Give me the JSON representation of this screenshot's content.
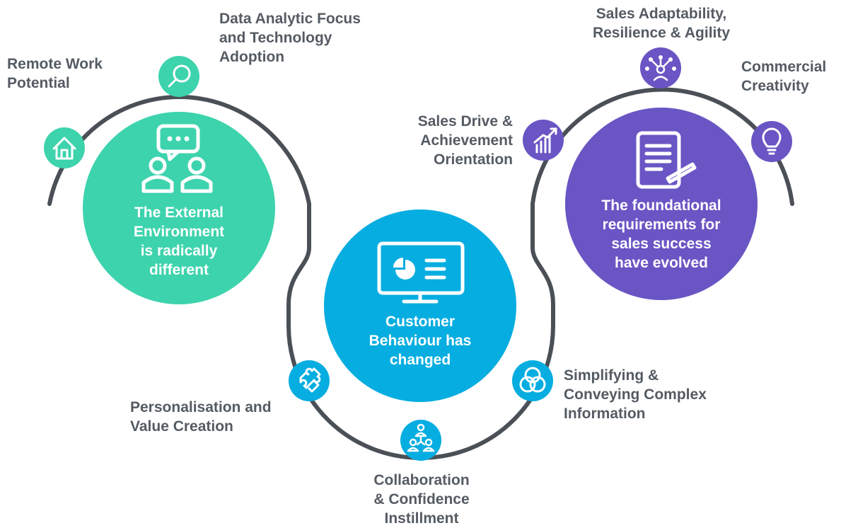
{
  "colors": {
    "track": "#4b5057",
    "green": "#3dd3ad",
    "blue": "#06ade0",
    "purple": "#6a55c4",
    "label": "#555b63",
    "white": "#ffffff"
  },
  "hubs": {
    "external": {
      "lines": [
        "The External",
        "Environment",
        "is radically",
        "different"
      ],
      "icon": "people-chat-icon"
    },
    "customer": {
      "lines": [
        "Customer",
        "Behaviour has",
        "changed"
      ],
      "icon": "monitor-chart-icon"
    },
    "requirements": {
      "lines": [
        "The foundational",
        "requirements for",
        "sales success",
        "have evolved"
      ],
      "icon": "document-pen-icon"
    }
  },
  "nodes": {
    "remote_work": {
      "lines": [
        "Remote Work",
        "Potential"
      ],
      "icon": "house-icon"
    },
    "data_analytic": {
      "lines": [
        "Data Analytic Focus",
        "and Technology",
        "Adoption"
      ],
      "icon": "magnifier-icon"
    },
    "personalisation": {
      "lines": [
        "Personalisation and",
        "Value Creation"
      ],
      "icon": "puzzle-icon"
    },
    "collaboration": {
      "lines": [
        "Collaboration",
        "& Confidence",
        "Instillment"
      ],
      "icon": "team-network-icon"
    },
    "simplifying": {
      "lines": [
        "Simplifying &",
        "Conveying Complex",
        "Information"
      ],
      "icon": "venn-icon"
    },
    "sales_drive": {
      "lines": [
        "Sales Drive &",
        "Achievement",
        "Orientation"
      ],
      "icon": "growth-chart-icon"
    },
    "adaptability": {
      "lines": [
        "Sales Adaptability,",
        "Resilience & Agility"
      ],
      "icon": "network-person-icon"
    },
    "commercial": {
      "lines": [
        "Commercial",
        "Creativity"
      ],
      "icon": "lightbulb-icon"
    }
  }
}
